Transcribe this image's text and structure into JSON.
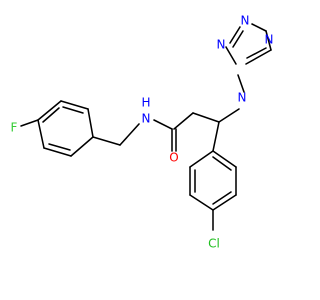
{
  "molecule": {
    "atoms": {
      "fluorine": "F",
      "amide_nh": "N",
      "amide_h": "H",
      "carbonyl_o": "O",
      "chlorine": "Cl",
      "tetrazole_n1": "N",
      "tetrazole_n2": "N",
      "tetrazole_n3": "N",
      "tetrazole_n4": "N"
    },
    "colors": {
      "bond": "#000000",
      "fluorine": "#33cc33",
      "nitrogen": "#0000ff",
      "oxygen": "#ff0000",
      "chlorine": "#1fbf1f"
    }
  }
}
